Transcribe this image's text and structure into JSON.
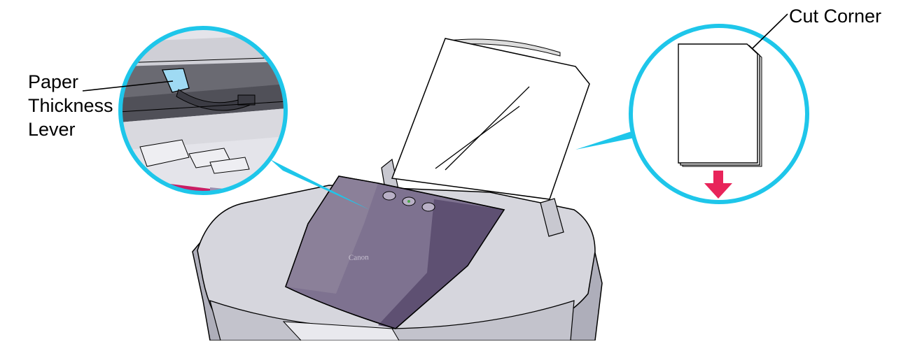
{
  "labels": {
    "paper_thickness_lever": [
      "Paper",
      "Thickness",
      "Lever"
    ],
    "cut_corner": "Cut Corner"
  },
  "printer": {
    "brand": "Canon"
  },
  "colors": {
    "callout_ring": "#1ec6ea",
    "printer_body": "#d6d6dd",
    "printer_shadow": "#aeaeba",
    "top_cover": "#7e7290",
    "top_cover_dark": "#5e5072",
    "paper": "#ffffff",
    "lever": "#9fdaf3",
    "arrow": "#e8245a",
    "outline": "#000000"
  }
}
